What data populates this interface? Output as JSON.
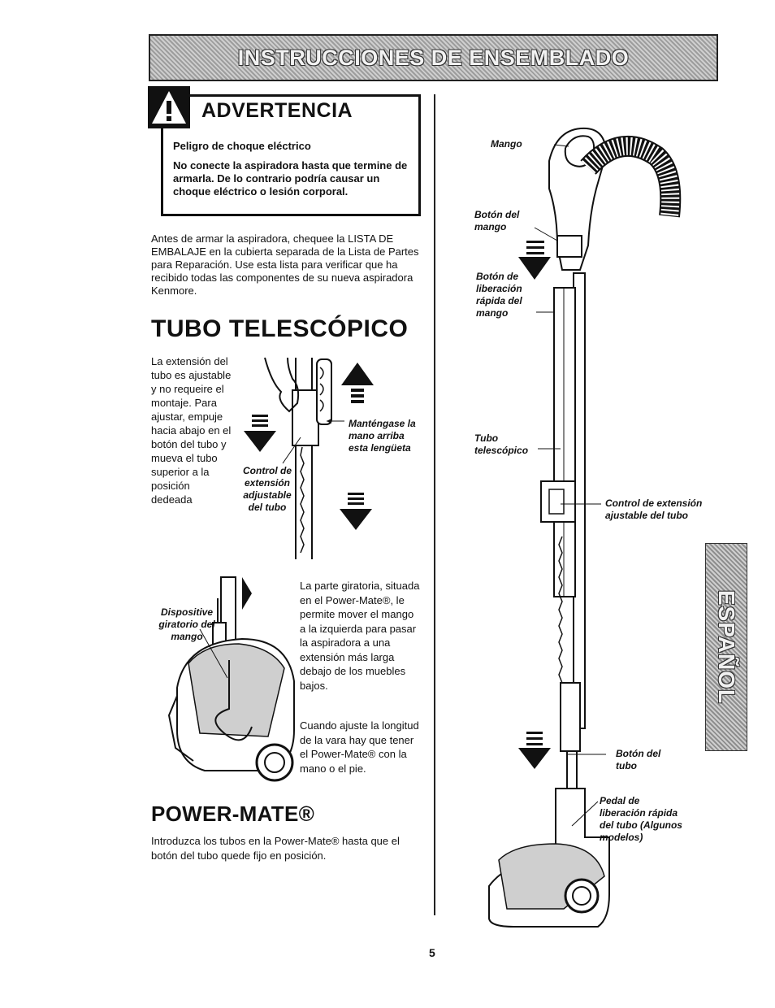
{
  "banner": {
    "title": "INSTRUCCIONES DE ENSEMBLADO"
  },
  "warning": {
    "title": "ADVERTENCIA",
    "subtitle": "Peligro de choque eléctrico",
    "body": "No conecte la aspiradora hasta que termine de armarla. De lo contrario podría causar un choque eléctrico o lesión corporal.",
    "icon": "exclamation-warning-icon"
  },
  "intro": "Antes de armar la aspiradora, chequee la LISTA DE EMBALAJE en la cubierta separada de la Lista de Partes para Reparación. Use esta lista para verificar que ha recibido todas las componentes de su nueva aspiradora Kenmore.",
  "tubo": {
    "heading": "TUBO TELESCÓPICO",
    "text": "La extensión del tubo es ajustable y no requeire el montaje. Para ajustar, empuje hacia abajo en el botón del tubo y mueva el tubo superior a la posición dedeada",
    "label_control": "Control de extensión adjustable del tubo",
    "label_hand": "Manténgase la mano arriba esta lengüeta"
  },
  "swivel": {
    "label": "Dispositive giratorio del mango",
    "text1": "La parte giratoria, situada en el Power-Mate®, le permite mover el mango a la izquierda para pasar la aspiradora a una extensión más larga debajo de los muebles bajos.",
    "text2": "Cuando ajuste la longitud de la vara hay que tener el Power-Mate® con la mano o el pie."
  },
  "powermate": {
    "heading": "POWER-MATE®",
    "text": "Introduzca los tubos en la Power-Mate® hasta que el botón del tubo quede fijo en posición."
  },
  "right_diagram": {
    "mango": "Mango",
    "boton_mango": "Botón del mango",
    "liberacion": "Botón de liberación rápida del mango",
    "tubo_telescopico": "Tubo telescópico",
    "control": "Control de extensión ajustable del tubo",
    "boton_tubo": "Botón del tubo",
    "pedal": "Pedal de liberación rápida del tubo (Algunos modelos)"
  },
  "side_tab": "ESPAÑOL",
  "page_number": "5"
}
